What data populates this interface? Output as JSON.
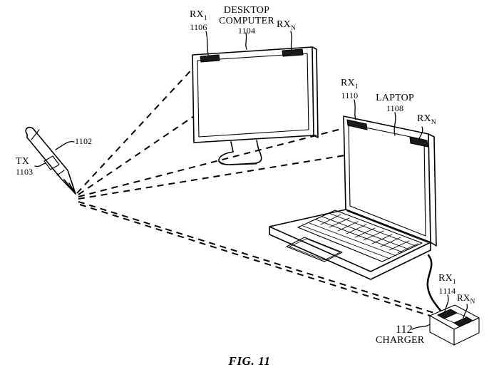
{
  "figure": {
    "caption": "FIG. 11",
    "background_color": "#ffffff",
    "line_color": "#000000"
  },
  "labels": {
    "stylus_ref": "1102",
    "stylus_tx": "TX",
    "stylus_tx_num": "1103",
    "monitor_rx1": "RX",
    "monitor_rx1_sub": "1",
    "monitor_rx1_num": "1106",
    "monitor_title_line1": "DESKTOP",
    "monitor_title_line2": "COMPUTER",
    "monitor_num": "1104",
    "monitor_rxn": "RX",
    "monitor_rxn_sub": "N",
    "laptop_rx1": "RX",
    "laptop_rx1_sub": "1",
    "laptop_rx1_num": "1110",
    "laptop_title": "LAPTOP",
    "laptop_num": "1108",
    "laptop_rxn": "RX",
    "laptop_rxn_sub": "N",
    "charger_rx1": "RX",
    "charger_rx1_sub": "1",
    "charger_rx1_num": "1114",
    "charger_rxn": "RX",
    "charger_rxn_sub": "N",
    "charger_num": "112",
    "charger_title": "CHARGER"
  }
}
